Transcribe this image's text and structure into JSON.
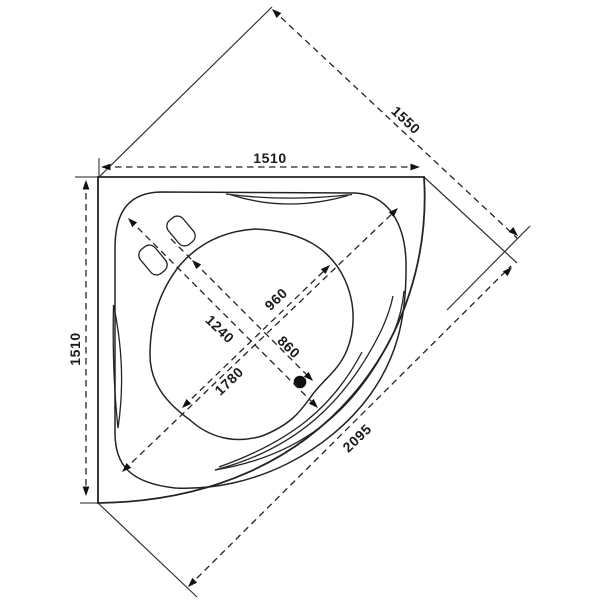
{
  "drawing": {
    "dimension_labels": {
      "top_width": "1510",
      "left_depth": "1510",
      "corner_to_front_diagonal": "1550",
      "front_edge_length": "2095",
      "basin_diagonal_long": "1240",
      "basin_diagonal_short": "960",
      "basin_to_drain": "860",
      "rim_inner_diagonal": "1780"
    }
  }
}
